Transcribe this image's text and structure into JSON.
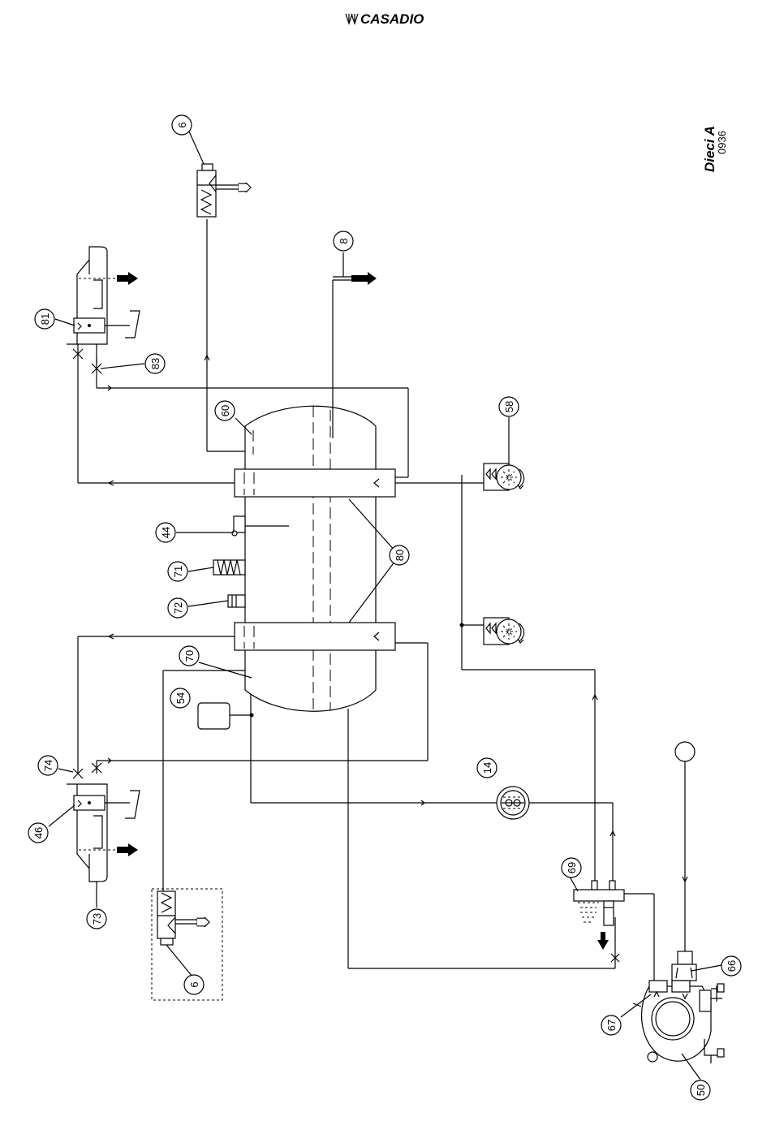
{
  "header": {
    "brand": "CASADIO"
  },
  "model": {
    "name": "Dieci A",
    "code": "0936"
  },
  "callouts": [
    "6",
    "8",
    "81",
    "83",
    "60",
    "58",
    "44",
    "80",
    "71",
    "72",
    "70",
    "54",
    "74",
    "14",
    "46",
    "73",
    "69",
    "6",
    "66",
    "67",
    "50"
  ]
}
